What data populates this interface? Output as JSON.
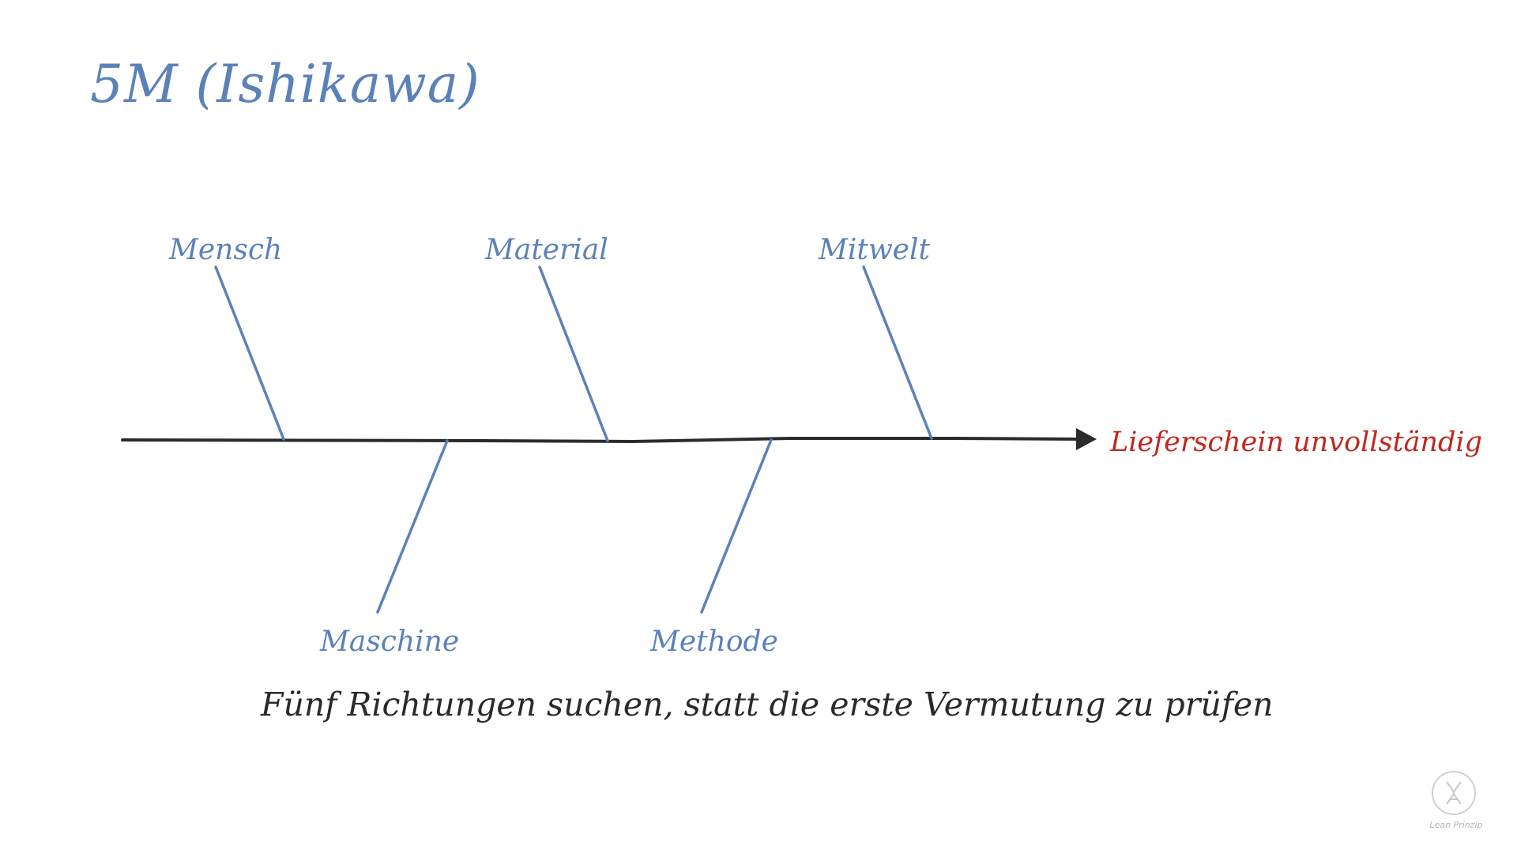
{
  "title": "5M (Ishikawa)",
  "effect": "Lieferschein unvollständig",
  "categories_top": [
    "Mensch",
    "Material",
    "Mitwelt"
  ],
  "categories_bottom": [
    "Maschine",
    "Methode"
  ],
  "caption": "Fünf Richtungen suchen, statt die erste Vermutung zu prüfen",
  "logo_text": "Lean Prinzip",
  "colors": {
    "bone": "#5b82b8",
    "spine": "#2b2b2b",
    "effect": "#c0281d",
    "title": "#5b82b8"
  }
}
